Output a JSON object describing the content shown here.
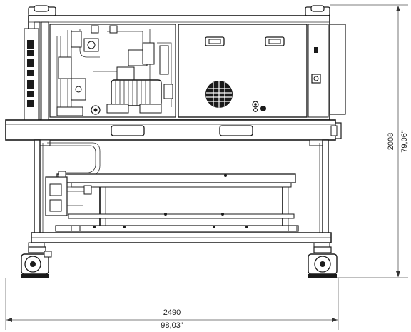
{
  "drawing": {
    "dimensions": {
      "width_mm": "2490",
      "width_in": "98,03\"",
      "height_mm": "2008",
      "height_in": "79,06\""
    },
    "colors": {
      "line": "#1a1a1a",
      "background": "#ffffff",
      "dimension_line": "#555555"
    }
  }
}
